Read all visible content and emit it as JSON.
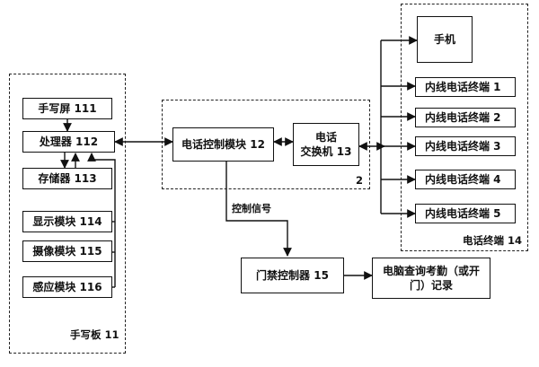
{
  "group_tablet": {
    "label": "手写板 11"
  },
  "group_exchange": {
    "label": "2"
  },
  "group_terminals": {
    "label": "电话终端 14"
  },
  "tablet_modules": {
    "screen": "手写屏 111",
    "processor": "处理器 112",
    "storage": "存储器 113",
    "display": "显示模块 114",
    "camera": "摄像模块 115",
    "sensor": "感应模块 116"
  },
  "phone_control": "电话控制模块 12",
  "exchange": "电话\n交换机 13",
  "mobile": "手机",
  "extensions": [
    "内线电话终端 1",
    "内线电话终端 2",
    "内线电话终端 3",
    "内线电话终端 4",
    "内线电话终端 5"
  ],
  "control_signal": "控制信号",
  "door_controller": "门禁控制器 15",
  "pc_record": "电脑查询考勤（或开\n门）记录"
}
